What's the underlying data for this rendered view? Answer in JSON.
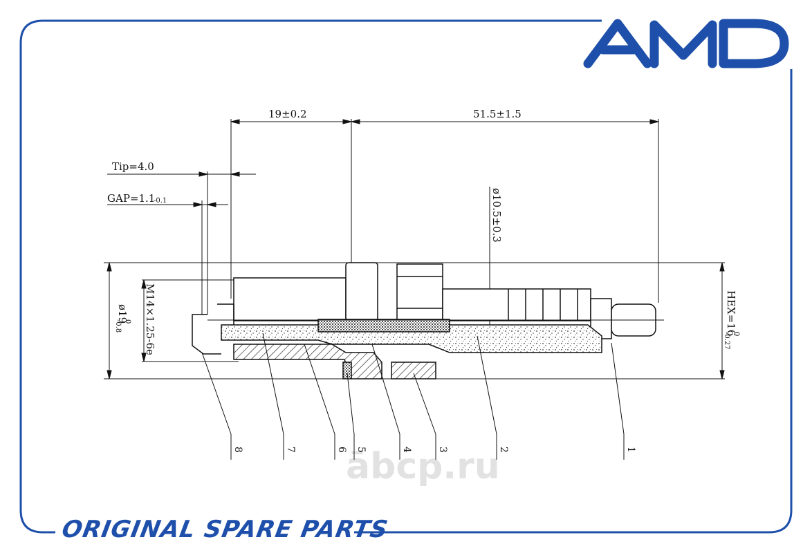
{
  "brand": {
    "logo": "AMD",
    "logo_color": "#1e4faa",
    "frame_color": "#1e4faa"
  },
  "footer": {
    "text": "ORIGINAL SPARE PARTS"
  },
  "watermark": {
    "text": "ābcp.ru"
  },
  "dimensions": {
    "top_left": "19±0.2",
    "top_right": "51.5±1.5",
    "tip": "Tip=4.0",
    "gap_main": "GAP=1.1",
    "gap_tol": "-0.1",
    "hex_main": "HEX=16",
    "hex_sup": "0",
    "hex_sub": "-0.27",
    "diameter": "ø10.5±0.3",
    "body_dia_main": "ø19",
    "body_dia_sup": "0",
    "body_dia_sub": "-0.8",
    "thread": "M14×1.25-6e"
  },
  "callouts": [
    "8",
    "7",
    "6",
    "5",
    "4",
    "3",
    "2",
    "1"
  ]
}
